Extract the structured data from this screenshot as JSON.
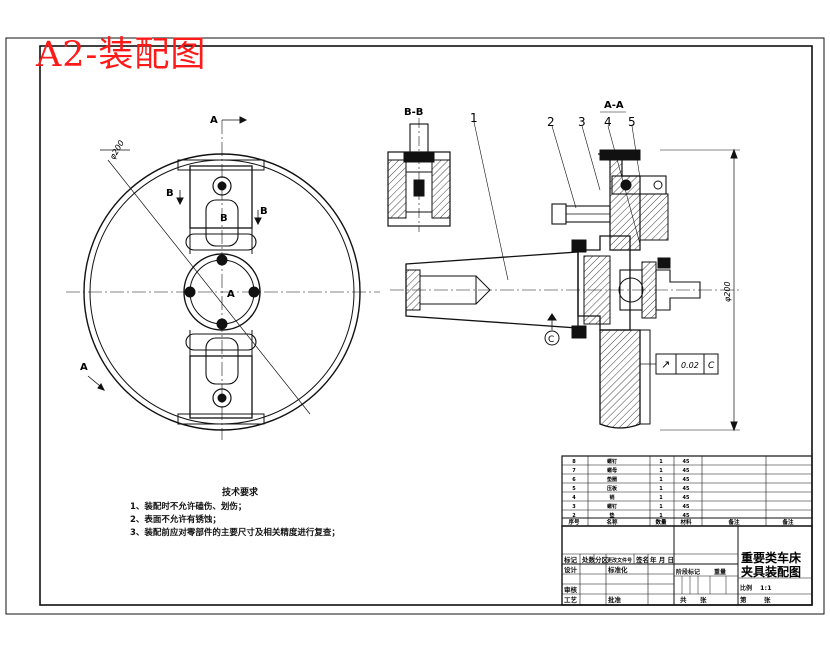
{
  "stamp_label": "A2-装配图",
  "views": {
    "section_bb": "B-B",
    "section_aa": "A-A",
    "left_view_cut_top": "A",
    "left_view_cut_bottom": "A",
    "left_view_b_left": "B",
    "left_view_b_right": "B",
    "left_view_b_center": "B",
    "left_view_center": "A"
  },
  "dimensions": {
    "left_diameter": "φ200",
    "right_diameter": "φ200",
    "runout_value": "0.02",
    "runout_datum": "C",
    "datum_circle": "C",
    "runout_symbol": "↗"
  },
  "balloons": [
    "1",
    "2",
    "3",
    "4",
    "5"
  ],
  "technical_notes": {
    "title": "技术要求",
    "lines": [
      "1、装配时不允许磕伤、划伤；",
      "2、表面不允许有锈蚀；",
      "3、装配前应对零部件的主要尺寸及相关精度进行复查；"
    ]
  },
  "parts_list": {
    "header": [
      "序号",
      "名称",
      "数量",
      "材料",
      "备注",
      "备注"
    ],
    "rows": [
      [
        "8",
        "螺钉",
        "1",
        "45",
        "",
        ""
      ],
      [
        "7",
        "螺母",
        "1",
        "45",
        "",
        ""
      ],
      [
        "6",
        "垫圈",
        "1",
        "45",
        "",
        ""
      ],
      [
        "5",
        "压板",
        "1",
        "45",
        "",
        ""
      ],
      [
        "4",
        "销",
        "1",
        "45",
        "",
        ""
      ],
      [
        "3",
        "螺钉",
        "1",
        "45",
        "",
        ""
      ],
      [
        "2",
        "垫",
        "1",
        "45",
        "",
        ""
      ]
    ]
  },
  "title_block": {
    "drawing_title_line1": "重要类车床",
    "drawing_title_line2": "夹具装配图",
    "row_labels_top": [
      "标记",
      "处数",
      "分区",
      "更改文件号",
      "签名",
      "年 月 日"
    ],
    "left_labels": [
      "设计",
      "审核",
      "工艺"
    ],
    "mid_labels": [
      "标准化",
      "批准"
    ],
    "stage_labels": [
      "阶段标记",
      "重量",
      "比例"
    ],
    "scale": "1:1",
    "sheet_labels": [
      "共",
      "张",
      "第",
      "张"
    ]
  }
}
